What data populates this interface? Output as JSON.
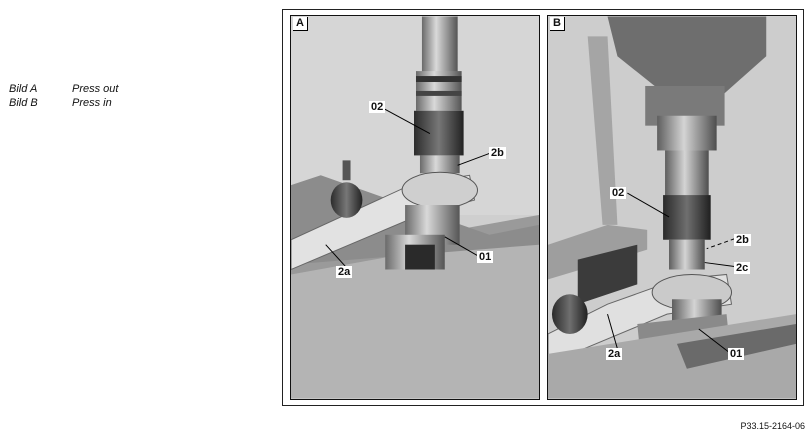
{
  "legend": [
    {
      "key": "Bild A",
      "text": "Press out"
    },
    {
      "key": "Bild B",
      "text": "Press in"
    }
  ],
  "panel_a": {
    "letter": "A",
    "labels": {
      "c02": "02",
      "c2b": "2b",
      "c01": "01",
      "c2a": "2a"
    }
  },
  "panel_b": {
    "letter": "B",
    "labels": {
      "c02": "02",
      "c2b": "2b",
      "c2c": "2c",
      "c2a": "2a",
      "c01": "01"
    }
  },
  "reference": "P33.15-2164-06"
}
